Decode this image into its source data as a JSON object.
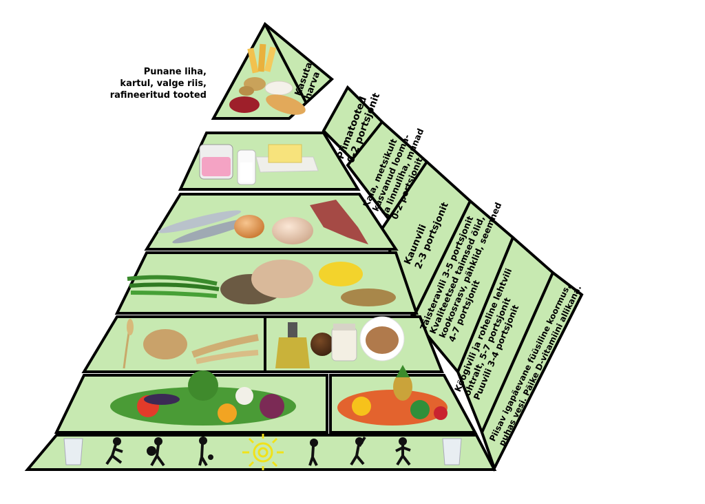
{
  "top_note": "Punane liha,\nkartul, valge riis,\nrafineeritud tooted",
  "top_side_label": [
    "Kasuta",
    "harva"
  ],
  "side_labels": [
    {
      "main": "Piimatooted",
      "sub": "0-2 portsjonit"
    },
    {
      "lines": [
        "Kala, metsikult",
        "kasvanud looma-",
        "ja linnuliha, munad",
        "0-2 portsjonit"
      ]
    },
    {
      "lines": [
        "Kaunvili",
        "2-3 portsjonit"
      ]
    },
    {
      "lines": [
        "Täisteravili 3-5 portsjonit",
        "Kvaliteetsed taimsed õlid,",
        "kookosrasv, pähklid, seemned",
        "4-7 portsjonit"
      ]
    },
    {
      "lines": [
        "Köögivili ja roheline lehtvili",
        "ohtralt, 5-7 portsjonit",
        "Puuvili 3-4 portsjonit"
      ]
    },
    {
      "lines": [
        "Piisav igapäevane füüsiline koormus,",
        "puhas vesi. Päike D-vitamiini allikana."
      ]
    }
  ],
  "icons": {
    "top": [
      "fries-icon",
      "potato-icon",
      "rice-icon",
      "red-meat-icon",
      "bread-icon"
    ],
    "dairy": [
      "yogurt-icon",
      "milk-icon",
      "butter-icon"
    ],
    "protein": [
      "fish-icon",
      "egg-icon",
      "chicken-icon",
      "meat-icon"
    ],
    "legumes": [
      "green-beans-icon",
      "lentils-icon",
      "beans-icon",
      "corn-icon"
    ],
    "grains": [
      "wheat-icon",
      "oats-icon",
      "barley-icon"
    ],
    "fats": [
      "oil-bottle-icon",
      "coconut-icon",
      "coconut-oil-jar-icon",
      "nuts-bowl-icon"
    ],
    "vegetables": [
      "vegetables-icon"
    ],
    "fruits": [
      "fruits-icon"
    ],
    "activity": [
      "water-glass-icon",
      "runner-icon",
      "ball-player-icon",
      "soccer-player-icon",
      "sun-icon",
      "tennis-player-icon",
      "badminton-player-icon",
      "jumper-icon",
      "water-glass-icon"
    ]
  },
  "colors": {
    "tier_fill": "#c7e9b1",
    "outline": "#000000"
  }
}
